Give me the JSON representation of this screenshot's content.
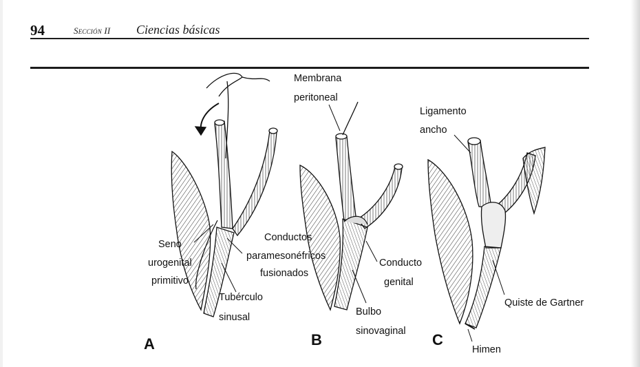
{
  "header": {
    "page_number": "94",
    "section": "Sección II",
    "chapter": "Ciencias básicas"
  },
  "figure": {
    "panels": [
      "A",
      "B",
      "C"
    ],
    "labels": {
      "membrana_1": "Membrana",
      "membrana_2": "peritoneal",
      "ligamento_1": "Ligamento",
      "ligamento_2": "ancho",
      "seno_1": "Seno",
      "seno_2": "urogenital",
      "seno_3": "primitivo",
      "conductos_1": "Conductos",
      "conductos_2": "paramesonéfricos",
      "conductos_3": "fusionados",
      "conducto_genital_1": "Conducto",
      "conducto_genital_2": "genital",
      "tuberculo_1": "Tubérculo",
      "tuberculo_2": "sinusal",
      "bulbo_1": "Bulbo",
      "bulbo_2": "sinovaginal",
      "quiste": "Quiste de Gartner",
      "himen": "Himen"
    }
  }
}
